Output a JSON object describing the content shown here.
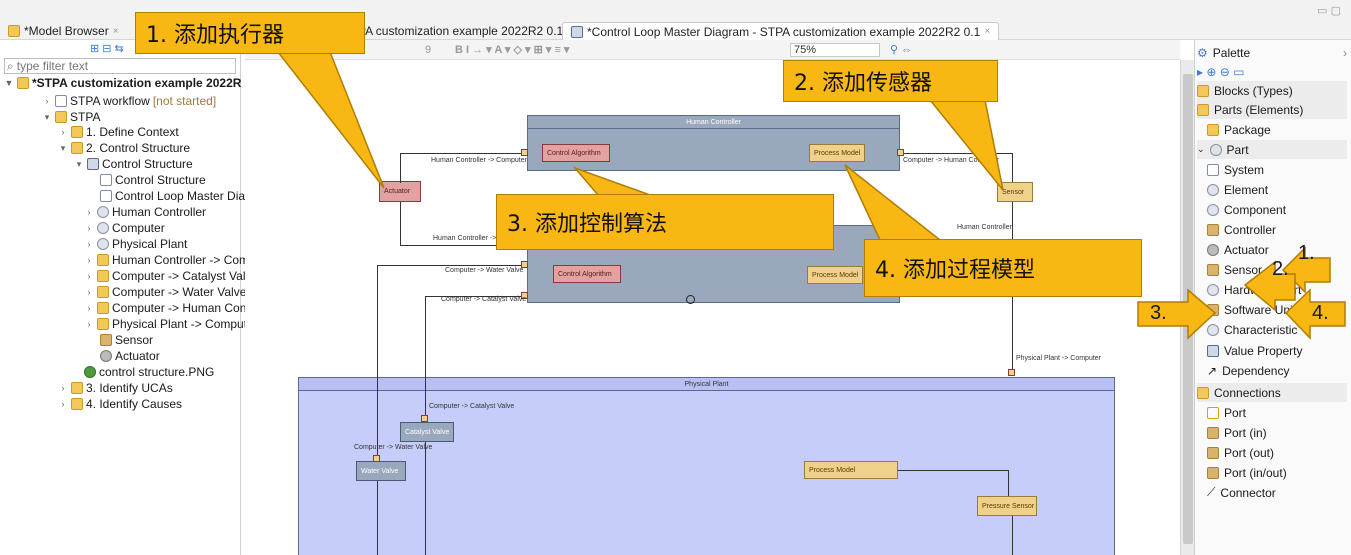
{
  "tabs": [
    {
      "label": "*Model Browser"
    },
    {
      "label": "PA customization example 2022R2 0.1"
    },
    {
      "label": "*Control Loop Master Diagram - STPA customization example 2022R2 0.1"
    }
  ],
  "toolbar": {
    "font_size": "9",
    "zoom": "75%"
  },
  "filter": {
    "placeholder": "type filter text"
  },
  "tree": [
    {
      "label": "*STPA customization example 2022R",
      "bold": true
    },
    {
      "label": "STPA workflow",
      "suffix": "[not started]"
    },
    {
      "label": "STPA"
    },
    {
      "label": "1. Define Context"
    },
    {
      "label": "2. Control Structure"
    },
    {
      "label": "Control Structure"
    },
    {
      "label": "Control Structure"
    },
    {
      "label": "Control Loop Master Diagr"
    },
    {
      "label": "Human Controller"
    },
    {
      "label": "Computer"
    },
    {
      "label": "Physical Plant"
    },
    {
      "label": "Human Controller -> Comp"
    },
    {
      "label": "Computer -> Catalyst Valve"
    },
    {
      "label": "Computer -> Water Valve ["
    },
    {
      "label": "Computer -> Human Contr"
    },
    {
      "label": "Physical Plant -> Compute"
    },
    {
      "label": "Sensor"
    },
    {
      "label": "Actuator"
    },
    {
      "label": "control structure.PNG"
    },
    {
      "label": "3. Identify UCAs"
    },
    {
      "label": "4. Identify Causes"
    }
  ],
  "diagram": {
    "human_controller": "Human Controller",
    "physical_plant": "Physical Plant",
    "control_algorithm": "Control Algorithm",
    "process_model": "Process Model",
    "actuator": "Actuator",
    "sensor": "Sensor",
    "catalyst_valve": "Catalyst Valve",
    "water_valve": "Water Valve",
    "pressure_sensor": "Pressure Sensor",
    "labels": {
      "hc_to_computer": "Human Controller -> Computer",
      "hc_to_c_short": "Human Controller -> C",
      "computer_to_hc": "Computer -> Human Controller",
      "human_controller_tail": "Human Controller",
      "computer_to_water": "Computer -> Water Valve",
      "computer_to_catalyst": "Computer -> Catalyst Valve",
      "physical_to_computer": "Physical Plant -> Computer"
    }
  },
  "palette": {
    "title": "Palette",
    "sections": [
      {
        "label": "Blocks (Types)"
      },
      {
        "label": "Parts (Elements)"
      }
    ],
    "items": [
      {
        "label": "Package"
      },
      {
        "label": "Part"
      },
      {
        "label": "System"
      },
      {
        "label": "Element"
      },
      {
        "label": "Component"
      },
      {
        "label": "Controller"
      },
      {
        "label": "Actuator"
      },
      {
        "label": "Sensor"
      },
      {
        "label": "Hardware Part"
      },
      {
        "label": "Software Unit"
      },
      {
        "label": "Characteristic"
      },
      {
        "label": "Value Property"
      },
      {
        "label": "Dependency"
      }
    ],
    "connections": {
      "label": "Connections",
      "items": [
        {
          "label": "Port"
        },
        {
          "label": "Port (in)"
        },
        {
          "label": "Port (out)"
        },
        {
          "label": "Port (in/out)"
        },
        {
          "label": "Connector"
        }
      ]
    }
  },
  "callouts": {
    "c1": "1.  添加执行器",
    "c2": "2.  添加传感器",
    "c3": "3.  添加控制算法",
    "c4": "4.  添加过程模型",
    "n1": "1.",
    "n2": "2.",
    "n3": "3.",
    "n4": "4."
  },
  "colors": {
    "callout": "#f9b713",
    "block": "#9aa8bd",
    "plant": "#c7cdfa"
  }
}
